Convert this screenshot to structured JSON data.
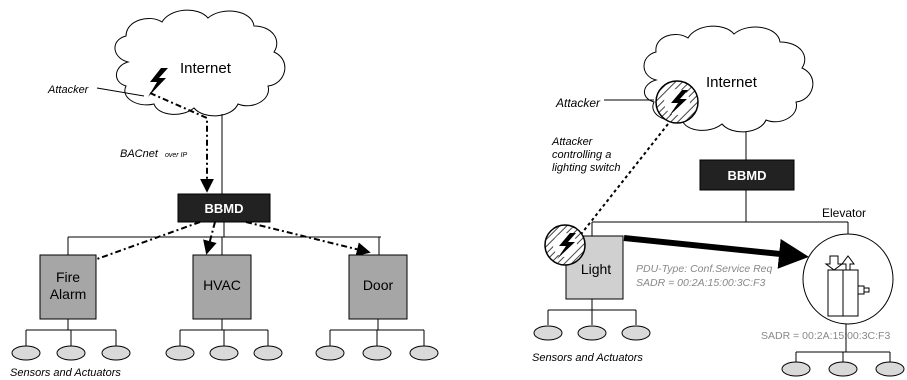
{
  "left": {
    "cloud_label": "Internet",
    "attacker_label": "Attacker",
    "protocol_label": "BACnet",
    "protocol_sub": "over IP",
    "bbmd_label": "BBMD",
    "devices": [
      {
        "line1": "Fire",
        "line2": "Alarm"
      },
      {
        "line1": "HVAC"
      },
      {
        "line1": "Door"
      }
    ],
    "sensors_label": "Sensors and Actuators"
  },
  "right": {
    "cloud_label": "Internet",
    "attacker_label": "Attacker",
    "attacker_note": [
      "Attacker",
      "controlling a",
      "lighting switch"
    ],
    "bbmd_label": "BBMD",
    "elevator_label": "Elevator",
    "light_label": "Light",
    "pdu_type": "PDU-Type: Conf.Service Req",
    "sadr_src": "SADR = 00:2A:15:00:3C:F3",
    "sadr_elevator": "SADR = 00:2A:15:00:3C:F3",
    "sensors_label": "Sensors and Actuators"
  },
  "colors": {
    "bbmd_fill": "#222222",
    "device_fill": "#a6a6a6",
    "light_fill": "#d0d0d0",
    "sensor_fill": "#d9d9d9",
    "annotation_gray": "#888888"
  }
}
